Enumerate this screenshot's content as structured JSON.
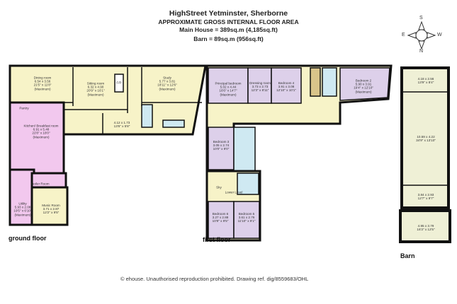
{
  "header": {
    "title": "HighStreet Yetminster, Sherborne",
    "subtitle": "APPROXIMATE GROSS INTERNAL FLOOR AREA",
    "main_house": "Main House = 389sq.m (4,185sq.ft)",
    "barn": "Barn = 89sq.m (956sq.ft)"
  },
  "compass": {
    "n": "N",
    "s": "S",
    "e": "E",
    "w": "W"
  },
  "colors": {
    "yellow": "#f7f3c8",
    "pink": "#f2c8ee",
    "purple": "#ddd0ea",
    "blue": "#cfe9f2",
    "barn": "#eff0d6",
    "wall": "#111111"
  },
  "floors": {
    "ground": {
      "label": "ground floor",
      "rooms": [
        {
          "name": "Dining room",
          "size": "6.54 x 3.56",
          "imperial": "21'5\" x 11'8\"",
          "note": "(Maximum)"
        },
        {
          "name": "Sitting room",
          "size": "6.32 x 4.90",
          "imperial": "20'9\" x 16'1\"",
          "note": "(Maximum)"
        },
        {
          "name": "F/P"
        },
        {
          "name": "Study",
          "size": "5.77 x 3.81",
          "imperial": "18'11\" x 12'6\"",
          "note": "(Maximum)"
        },
        {
          "name": "Pantry"
        },
        {
          "name": "Kitchen/ Breakfast room",
          "size": "6.91 x 5.48",
          "imperial": "22'8\" x 18'0\"",
          "note": "(Maximum)"
        },
        {
          "size": "4.12 x 1.73",
          "imperial": "13'6\" x 5'8\""
        },
        {
          "name": "Boiler Room"
        },
        {
          "name": "Utility",
          "size": "5.93 x 2.08",
          "imperial": "19'5\" x 6'10\"",
          "note": "(Maximum)"
        },
        {
          "name": "Music Room",
          "size": "3.71 x 2.87",
          "imperial": "12'2\" x 9'5\""
        }
      ]
    },
    "first": {
      "label": "first floor",
      "rooms": [
        {
          "name": "Principal bedroom",
          "size": "5.02 x 4.44",
          "imperial": "16'6\" x 14'7\"",
          "note": "(Maximum)"
        },
        {
          "name": "Dressing room",
          "size": "3.73 x 2.73",
          "imperial": "12'3\" x 8'11\""
        },
        {
          "name": "Bedroom 4",
          "size": "3.91 x 3.08",
          "imperial": "12'10\" x 10'1\""
        },
        {
          "name": "Bedroom 2",
          "size": "5.90 x 3.91",
          "imperial": "19'4\" x 12'10\"",
          "note": "(Maximum)"
        },
        {
          "name": "Bedroom 3",
          "size": "3.05 x 2.74",
          "imperial": "10'0\" x 9'0\""
        },
        {
          "name": "Sky"
        },
        {
          "name": "Lower Level"
        },
        {
          "name": "Bedroom 6",
          "size": "3.27 x 2.88",
          "imperial": "10'9\" x 9'5\""
        },
        {
          "name": "Bedroom 5",
          "size": "3.61 x 2.76",
          "imperial": "11'10\" x 9'1\""
        }
      ]
    },
    "barn": {
      "label": "Barn",
      "rooms": [
        {
          "size": "4.18 x 2.56",
          "imperial": "13'9\" x 8'4\""
        },
        {
          "size": "10.59 x 4.22",
          "imperial": "34'9\" x 13'10\""
        },
        {
          "size": "3.84 x 2.93",
          "imperial": "12'7\" x 9'7\""
        },
        {
          "size": "4.95 x 3.79",
          "imperial": "16'3\" x 12'5\""
        }
      ]
    }
  },
  "footer": "© ehouse. Unauthorised reproduction prohibited. Drawing ref. dig/8559683/OHL"
}
